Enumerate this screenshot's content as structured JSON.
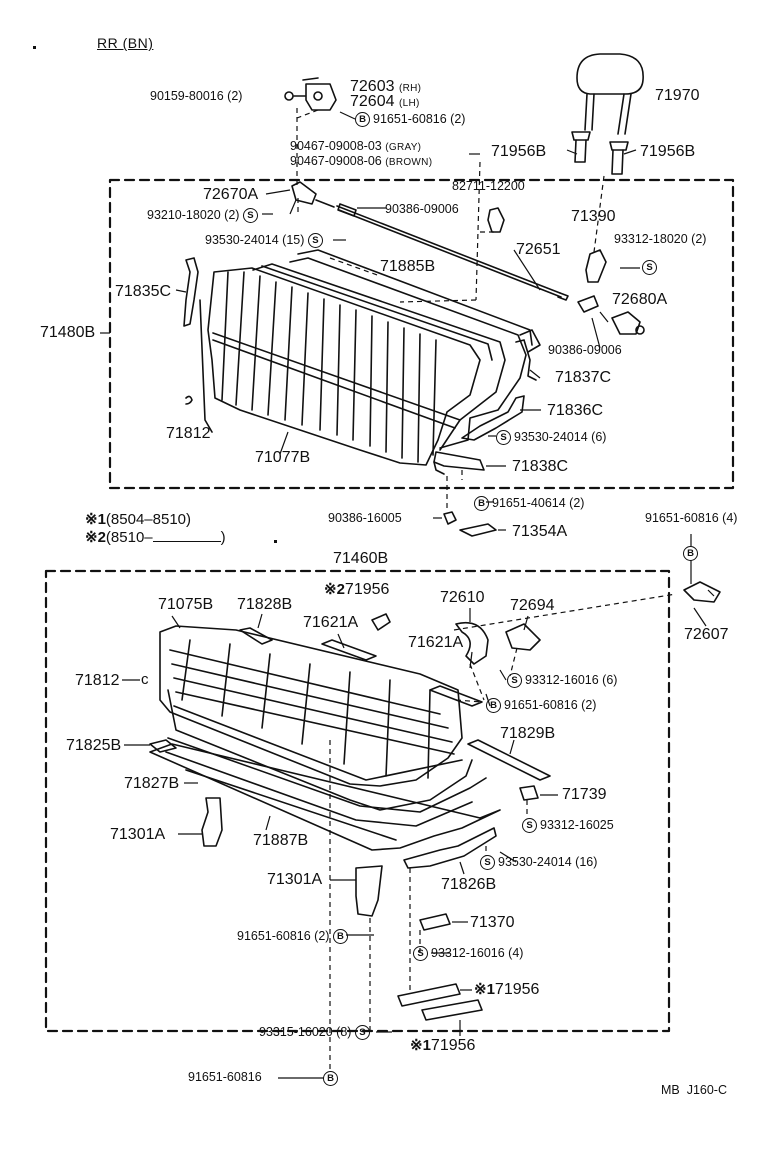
{
  "header": {
    "title": "RR (BN)"
  },
  "footer": {
    "code": "MB  J160-C"
  },
  "legend": {
    "note1_mark": "※1",
    "note1_range": "(8504–8510)",
    "note2_mark": "※2",
    "note2_range": "(8510–",
    "note2_end": ")"
  },
  "symbols": {
    "s": "S",
    "b": "B"
  },
  "parts": {
    "p90159": "90159-80016 (2)",
    "p72603": "72603",
    "p72603_side": "(RH)",
    "p72604": "72604",
    "p72604_side": "(LH)",
    "p91651_60816_2_top": "91651-60816 (2)",
    "p71970": "71970",
    "p90467_03": "90467-09008-03",
    "p90467_03_color": "(GRAY)",
    "p90467_06": "90467-09008-06",
    "p90467_06_color": "(BROWN)",
    "p71956B_left": "71956B",
    "p71956B_right": "71956B",
    "p82711": "82711-12200",
    "p72670A": "72670A",
    "p90386_09006_top": "90386-09006",
    "p93210": "93210-18020 (2)",
    "p71390": "71390",
    "p93312_18020": "93312-18020 (2)",
    "p93530_15": "93530-24014 (15)",
    "p72651": "72651",
    "p71885B": "71885B",
    "p71835C": "71835C",
    "p72680A": "72680A",
    "p71480B": "71480B",
    "p90386_09006_right": "90386-09006",
    "p71837C": "71837C",
    "p71836C": "71836C",
    "p71812_top": "71812",
    "p93530_6": "93530-24014 (6)",
    "p71077B": "71077B",
    "p71838C": "71838C",
    "p91651_40614": "91651-40614 (2)",
    "p90386_16005": "90386-16005",
    "p71354A": "71354A",
    "p91651_60816_4": "91651-60816 (4)",
    "p71460B": "71460B",
    "p71075B": "71075B",
    "p71828B": "71828B",
    "p71956_note2": "71956",
    "p72610": "72610",
    "p72694": "72694",
    "p71621A_left": "71621A",
    "p71621A_right": "71621A",
    "p72607": "72607",
    "p71812_bottom": "71812",
    "p93312_16016_6": "93312-16016 (6)",
    "p91651_60816_2_mid": "91651-60816 (2)",
    "p71825B": "71825B",
    "p71829B": "71829B",
    "p71827B": "71827B",
    "p71739": "71739",
    "p93312_16025": "93312-16025",
    "p71301A_left": "71301A",
    "p71887B": "71887B",
    "p93530_16": "93530-24014 (16)",
    "p71826B": "71826B",
    "p71301A_bottom": "71301A",
    "p71370": "71370",
    "p91651_60816_2_low": "91651-60816 (2)",
    "p93312_16016_4": "93312-16016 (4)",
    "p71956_note1_a": "71956",
    "p93315": "93315-16020 (8)",
    "p71956_note1_b": "71956",
    "p91651_60816_bottom": "91651-60816"
  }
}
